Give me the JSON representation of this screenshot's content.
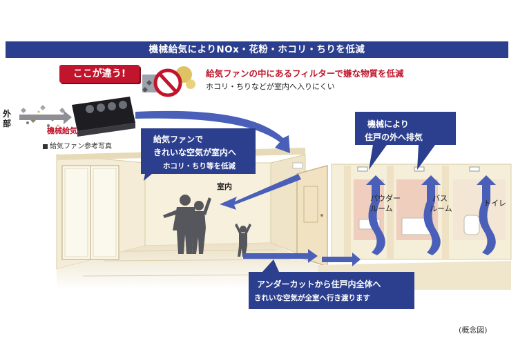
{
  "banner": "機械給気によりNOx・花粉・ホコリ・ちりを低減",
  "badge": "ここが違う!",
  "headline": "給気ファンの中にあるフィルターで嫌な物質を低減",
  "subline": "ホコリ・ちりなどが室内へ入りにくい",
  "labels": {
    "outside": "外部",
    "mech_supply": "機械給気",
    "fan_ref": "給気ファン参考写真",
    "room": "室内",
    "powder": [
      "パウダー",
      "ルーム"
    ],
    "bath": [
      "バス",
      "ルーム"
    ],
    "toilet": "トイレ",
    "note": "(概念図)"
  },
  "callouts": {
    "supply": [
      "給気ファンで",
      "きれいな空気が室内へ",
      "ホコリ・ちり等を低減"
    ],
    "exhaust": [
      "機械により",
      "住戸の外へ排気"
    ],
    "undercut": [
      "アンダーカットから住戸内全体へ",
      "きれいな空気が全室へ行き渡ります"
    ]
  },
  "colors": {
    "navy": "#2b3f8e",
    "red": "#c0152c",
    "arrow_blue": "#4a5fb8",
    "wall": "#f4ecd6",
    "floor": "#ebe0c4",
    "pink": "#efc8b8"
  }
}
